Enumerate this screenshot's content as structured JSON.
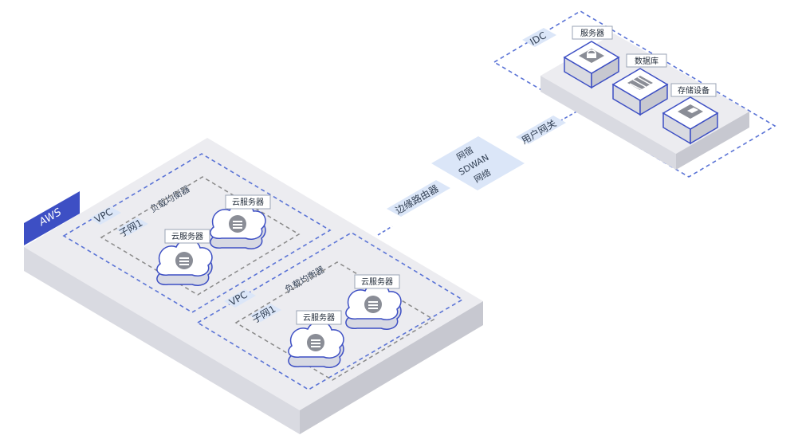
{
  "aws": {
    "label": "AWS"
  },
  "vpcs": [
    {
      "vpc_label": "VPC",
      "lb_label": "负载均衡器",
      "subnet_label": "子网1",
      "servers": [
        {
          "label": "云服务器"
        },
        {
          "label": "云服务器"
        }
      ]
    },
    {
      "vpc_label": "VPC",
      "lb_label": "负载均衡器",
      "subnet_label": "子网1",
      "servers": [
        {
          "label": "云服务器"
        },
        {
          "label": "云服务器"
        }
      ]
    }
  ],
  "network": {
    "edge_router": "边缘路由器",
    "sdwan": [
      "网宿",
      "SDWAN",
      "网络"
    ],
    "user_gateway": "用户网关"
  },
  "idc": {
    "label": "IDC",
    "devices": [
      {
        "label": "服务器",
        "icon": "lock-server-icon"
      },
      {
        "label": "数据库",
        "icon": "database-icon"
      },
      {
        "label": "存储设备",
        "icon": "storage-icon"
      }
    ]
  },
  "colors": {
    "accent": "#3d4fc4",
    "dash": "#5b74d6",
    "tag_bg": "#dbe6f8",
    "platform_top": "#ececf0",
    "platform_left": "#d9dae1",
    "platform_right": "#c7c8d0"
  }
}
